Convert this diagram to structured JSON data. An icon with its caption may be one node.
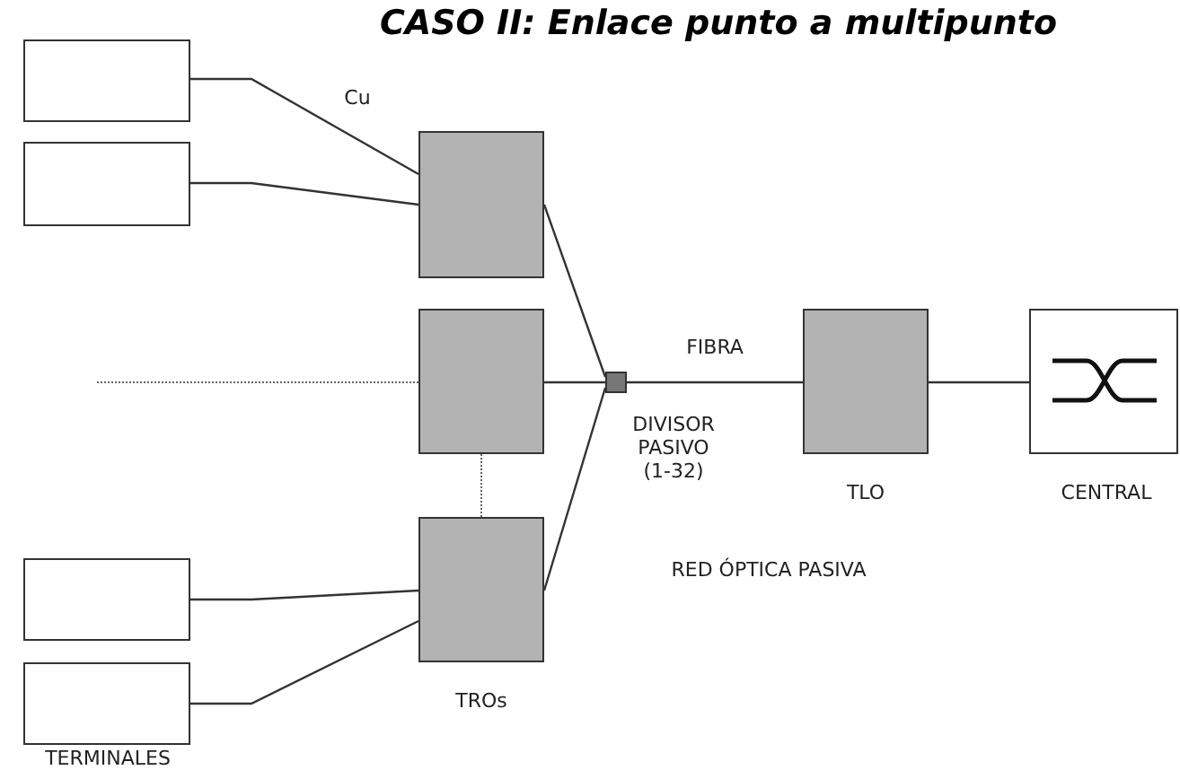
{
  "diagram": {
    "title": "CASO II: Enlace punto a multipunto",
    "nodes": [
      {
        "text": [],
        "shape": "box"
      },
      {
        "text": [],
        "shape": "box"
      },
      {
        "text": [],
        "shape": "box"
      },
      {
        "text": [],
        "shape": "box"
      },
      {
        "text": [],
        "shape": "box"
      },
      {
        "text": [],
        "shape": "box"
      },
      {
        "text": [],
        "shape": "box"
      },
      {
        "text": [],
        "shape": "box",
        "beside": [
          "DIVISOR PASIVO (1-32)"
        ]
      },
      {
        "text": [],
        "shape": "box",
        "beside": [
          "TLO"
        ]
      },
      {
        "text": [],
        "shape": "box",
        "beside": [
          "CENTRAL"
        ]
      }
    ],
    "edges": [
      {
        "from": 0,
        "to": 2,
        "arrow": "none"
      },
      {
        "from": 1,
        "to": 2,
        "arrow": "none"
      },
      {
        "from": null,
        "to": 3,
        "arrow": "none",
        "style": "dashed"
      },
      {
        "from": 3,
        "to": 4,
        "arrow": "none",
        "style": "dashed"
      },
      {
        "from": 5,
        "to": 4,
        "arrow": "none"
      },
      {
        "from": 6,
        "to": 4,
        "arrow": "none"
      },
      {
        "from": 2,
        "to": 7,
        "arrow": "none"
      },
      {
        "from": 3,
        "to": 7,
        "arrow": "none"
      },
      {
        "from": 4,
        "to": 7,
        "arrow": "none"
      },
      {
        "from": 7,
        "to": 8,
        "arrow": "none"
      },
      {
        "from": 8,
        "to": 9,
        "arrow": "none"
      }
    ],
    "labels": [
      "Cu",
      "FIBRA",
      "RED ÓPTICA PASIVA",
      "TROs",
      "TERMINALES"
    ]
  }
}
